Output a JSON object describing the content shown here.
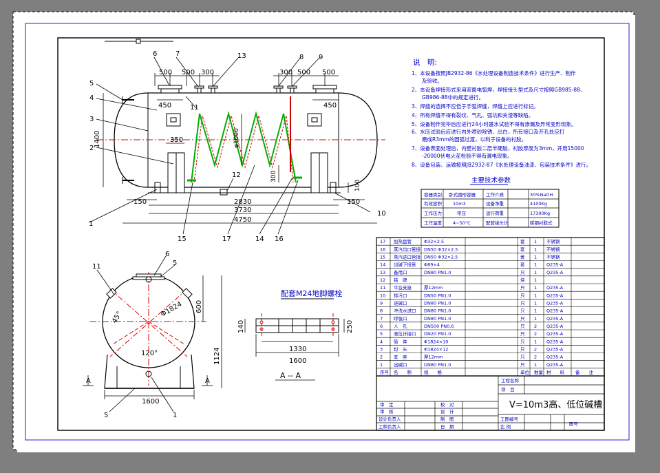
{
  "title_block": {
    "drawing_title": "V=10m3高、低位碱槽",
    "project_name_label": "工程名称",
    "item_label": "项　目",
    "drawing_no_label": "图号",
    "scale_label": "比 例",
    "drawing_name_label": "工图编号",
    "signoff": [
      {
        "role": "审　定",
        "role2": "校　对"
      },
      {
        "role": "审　核",
        "role2": "设　计"
      },
      {
        "role": "设计负责人",
        "role2": "制　图"
      },
      {
        "role": "工种负责人",
        "role2": "日　期"
      }
    ]
  },
  "notes": {
    "heading": "说　明:",
    "items": [
      "1、本设备按照JB2932-86《水处理设备制造技术条件》进行生产、制作",
      "　　及验收。",
      "2、本设备焊接形式采用双面电弧焊，焊接接头型式及尺寸按照GB985-88、",
      "　　GB986-88中的规定进行。",
      "3、焊缝的选择不应低于手弧焊缝，焊缝上应进行标记。",
      "4、所有焊缝不得有裂纹、气孔、弧坑和夹渣等缺陷。",
      "5、设备制作完毕后应进行24小时盛水试验不得有渗漏及异常变形现象。",
      "6、水压试验后应进行内外喷砂除锈、出白，所有接口及开孔处应打",
      "　　磨成R3mm的圆弧过渡，以利于设备的衬胶。",
      "7、设备表面处理后，内壁衬胶二层半硬胶，衬胶厚度为3mm，开用15000",
      "　　-20000伏电火花检验不得有漏电现象。",
      "8、设备包装、运输按照JB2932-87《水处理设备油漆、包装技术条件》进行。"
    ]
  },
  "params": {
    "heading": "主要技术参数",
    "rows": [
      [
        "容器类别",
        "卧式圆形容器",
        "工作介质",
        "30%NaOH"
      ],
      [
        "有效容积",
        "10m3",
        "设备净重",
        "4100Kg"
      ],
      [
        "工作压力",
        "常压",
        "运行荷重",
        "17300Kg"
      ],
      [
        "工作温度",
        "4~50°C",
        "配管接头计",
        "碳钢衬胶式"
      ]
    ]
  },
  "bom": {
    "header": [
      "序号",
      "名　　称",
      "规　　格",
      "单位",
      "数量",
      "材　　料",
      "备　　注"
    ],
    "rows": [
      [
        "17",
        "加热盘管",
        "Φ32×2.5",
        "套",
        "1",
        "不锈钢",
        ""
      ],
      [
        "16",
        "蒸汽出口管接",
        "DN50 Φ32×2.5",
        "套",
        "1",
        "不锈钢",
        ""
      ],
      [
        "15",
        "蒸汽进口管接",
        "DN50 Φ32×2.5",
        "套",
        "1",
        "不锈钢",
        ""
      ],
      [
        "14",
        "出碱下接管",
        "Φ89×4",
        "套",
        "1",
        "Q235-A",
        ""
      ],
      [
        "13",
        "备用口",
        "DN80 PN1.0",
        "只",
        "1",
        "Q235-A",
        ""
      ],
      [
        "12",
        "铭　牌",
        "",
        "块",
        "1",
        "",
        ""
      ],
      [
        "11",
        "平台支座",
        "厚12mm",
        "只",
        "1",
        "Q235-A",
        ""
      ],
      [
        "10",
        "排污口",
        "DN50 PN1.0",
        "只",
        "1",
        "Q235-A",
        ""
      ],
      [
        "9",
        "进碱口",
        "DN80 PN1.0",
        "只",
        "1",
        "Q235-A",
        ""
      ],
      [
        "8",
        "冲洗水进口",
        "DN80 PN1.0",
        "只",
        "1",
        "Q235-A",
        ""
      ],
      [
        "7",
        "呼吸口",
        "DN80 PN1.0",
        "只",
        "1",
        "Q235-A",
        ""
      ],
      [
        "6",
        "人　孔",
        "DN500 PN0.6",
        "只",
        "2",
        "Q235-A",
        ""
      ],
      [
        "5",
        "液位计接口",
        "DN20 PN1.0",
        "只",
        "2",
        "Q235-A",
        ""
      ],
      [
        "4",
        "筒　体",
        "Φ1824×10",
        "只",
        "1",
        "Q235-A",
        ""
      ],
      [
        "3",
        "封　头",
        "Φ1824×12",
        "只",
        "2",
        "Q235-A",
        ""
      ],
      [
        "2",
        "支　座",
        "厚12mm",
        "只",
        "2",
        "Q235-A",
        ""
      ],
      [
        "1",
        "出碱口",
        "DN80 PN1.0",
        "只",
        "1",
        "Q235-A",
        ""
      ]
    ]
  },
  "front_view": {
    "dims_top": [
      "500",
      "500",
      "300",
      "300",
      "500",
      "500"
    ],
    "dim_450_left": "450",
    "dim_450_right": "450",
    "dim_350": "350",
    "dim_1400": "1400",
    "dim_1000": "φ1000",
    "dim_300": "300",
    "dim_100": "100",
    "dim_150_left": "150",
    "dim_150_right": "150",
    "dim_2830": "2830",
    "dim_3730": "3730",
    "dim_4750": "4750",
    "callouts": [
      "1",
      "2",
      "3",
      "4",
      "5",
      "6",
      "7",
      "8",
      "9",
      "10",
      "11",
      "12",
      "13",
      "14",
      "15",
      "16",
      "17"
    ]
  },
  "side_view": {
    "dim_1824": "Φ1824",
    "dim_45": "45°",
    "dim_120": "120°",
    "dim_600": "600",
    "dim_1124": "1124",
    "dim_1600": "1600",
    "section_mark": "A",
    "callouts": [
      "11",
      "6",
      "5",
      "5",
      "1"
    ]
  },
  "section_view": {
    "title": "配套M24地脚螺栓",
    "dim_1330": "1330",
    "dim_1600": "1600",
    "dim_140": "140",
    "dim_250": "250",
    "label": "A -- A"
  },
  "colors": {
    "background": "#000000",
    "paper": "#ffffff",
    "frame": "#0000c8",
    "line": "#000000",
    "centerline": "#e00000",
    "coil_green": "#00b000",
    "coil_red": "#c80000"
  }
}
